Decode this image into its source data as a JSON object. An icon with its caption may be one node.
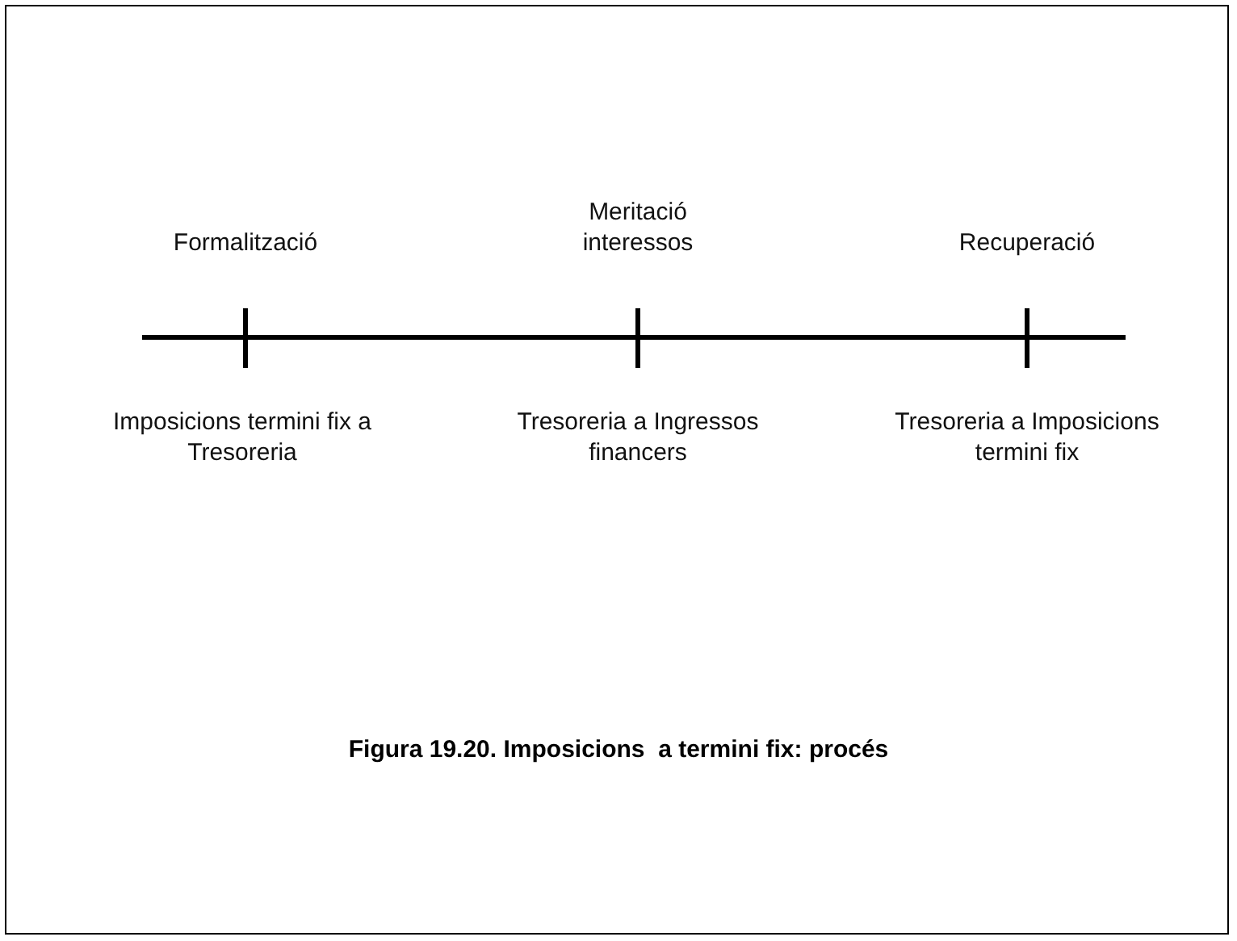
{
  "diagram": {
    "caption": "Figura 19.20. Imposicions  a termini fix: procés",
    "labels": [
      "Formalització",
      "Meritació interessos",
      "Recuperació",
      "Imposicions termini fix a Tresoreria",
      "Tresoreria a Ingressos financers",
      "Tresoreria a Imposicions termini fix"
    ]
  }
}
